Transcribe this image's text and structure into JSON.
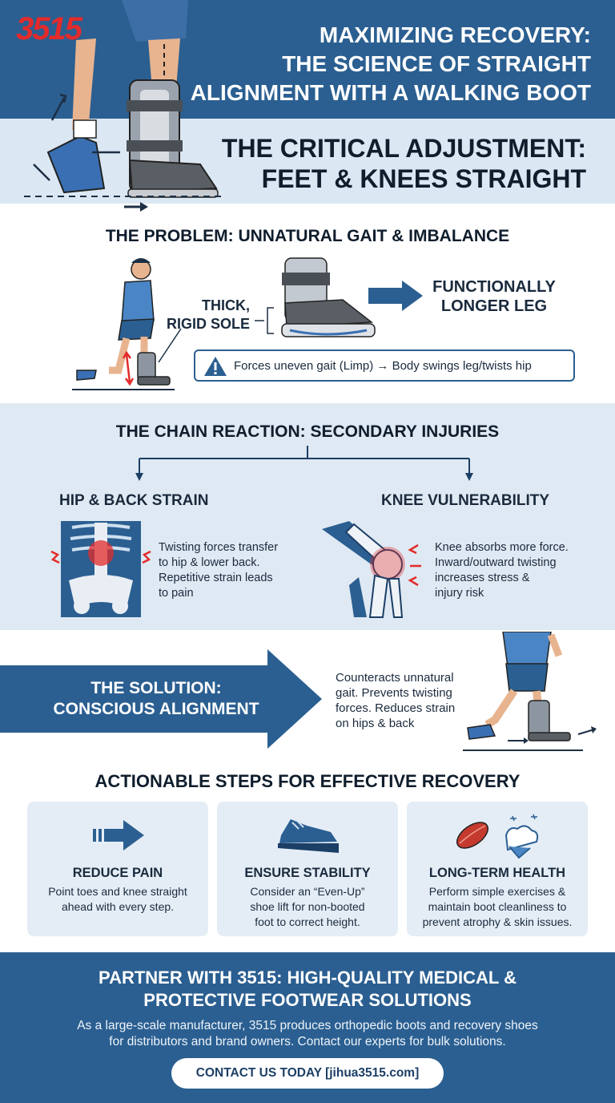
{
  "header": {
    "logo": "3515",
    "title_line1": "MAXIMIZING RECOVERY:",
    "title_line2": "THE SCIENCE OF STRAIGHT",
    "title_line3": "ALIGNMENT WITH A WALKING BOOT",
    "subtitle_line1": "THE CRITICAL ADJUSTMENT:",
    "subtitle_line2": "FEET & KNEES STRAIGHT"
  },
  "problem": {
    "heading": "THE PROBLEM: UNNATURAL GAIT & IMBALANCE",
    "sole_label_line1": "THICK,",
    "sole_label_line2": "RIGID SOLE",
    "result_line1": "FUNCTIONALLY",
    "result_line2": "LONGER LEG",
    "warning": "Forces uneven gait (Limp) → Body swings leg/twists hip"
  },
  "chain": {
    "heading": "THE CHAIN REACTION: SECONDARY INJURIES",
    "left_title": "HIP & BACK STRAIN",
    "left_text": [
      "Twisting forces transfer",
      "to hip & lower back.",
      "Repetitive strain leads",
      "to pain"
    ],
    "right_title": "KNEE VULNERABILITY",
    "right_text": [
      "Knee absorbs more force.",
      "Inward/outward twisting",
      "increases stress &",
      "injury risk"
    ]
  },
  "solution": {
    "title_line1": "THE SOLUTION:",
    "title_line2": "CONSCIOUS ALIGNMENT",
    "text": [
      "Counteracts unnatural",
      "gait. Prevents twisting",
      "forces. Reduces strain",
      "on hips & back"
    ]
  },
  "steps": {
    "heading": "ACTIONABLE STEPS FOR EFFECTIVE RECOVERY",
    "cards": [
      {
        "title": "REDUCE PAIN",
        "text": [
          "Point toes and knee straight",
          "ahead with every step."
        ],
        "icon": "arrow-icon"
      },
      {
        "title": "ENSURE STABILITY",
        "text": [
          "Consider an “Even-Up”",
          "shoe lift for non-booted",
          "foot to correct height."
        ],
        "icon": "shoe-lift-icon"
      },
      {
        "title": "LONG-TERM HEALTH",
        "text": [
          "Perform simple exercises &",
          "maintain boot cleanliness to",
          "prevent atrophy & skin issues."
        ],
        "icon": "muscle-cleaning-icon"
      }
    ]
  },
  "footer": {
    "title_line1": "PARTNER WITH 3515: HIGH-QUALITY MEDICAL &",
    "title_line2": "PROTECTIVE FOOTWEAR SOLUTIONS",
    "desc_line1": "As a large-scale manufacturer, 3515 produces orthopedic boots and recovery shoes",
    "desc_line2": "for distributors and brand owners. Contact our experts for bulk solutions.",
    "cta": "CONTACT US TODAY [jihua3515.com]"
  },
  "colors": {
    "primary": "#2b5f91",
    "light": "#dfe9f3",
    "accent": "#e32b2b"
  }
}
